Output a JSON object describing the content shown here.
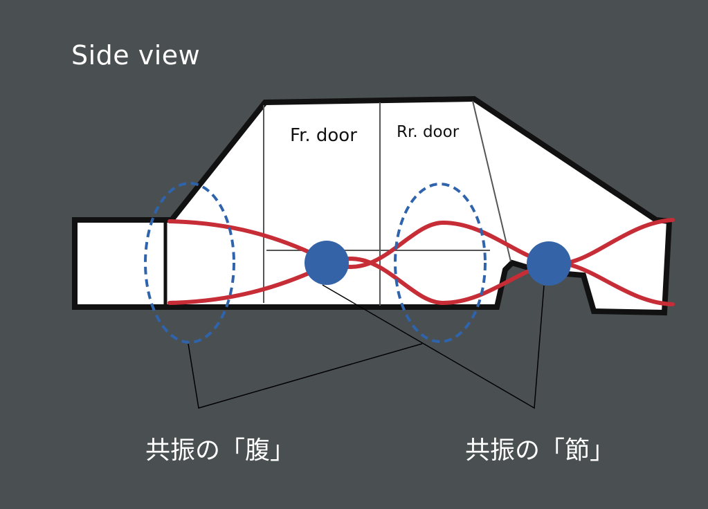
{
  "title": "Side view",
  "door_labels": {
    "front": "Fr. door",
    "rear": "Rr. door"
  },
  "callouts": {
    "antinode": "共振の「腹」",
    "node": "共振の「節」"
  },
  "colors": {
    "background": "#4a4f51",
    "car_fill": "#ffffff",
    "car_outline": "#111111",
    "wave": "#c62d36",
    "node_dot": "#3563a8",
    "antinode_ellipse": "#2f64ad",
    "text": "#ffffff",
    "leader_line": "#000000"
  },
  "icons": {
    "node_marker": "filled-circle",
    "antinode_marker": "dashed-ellipse"
  }
}
